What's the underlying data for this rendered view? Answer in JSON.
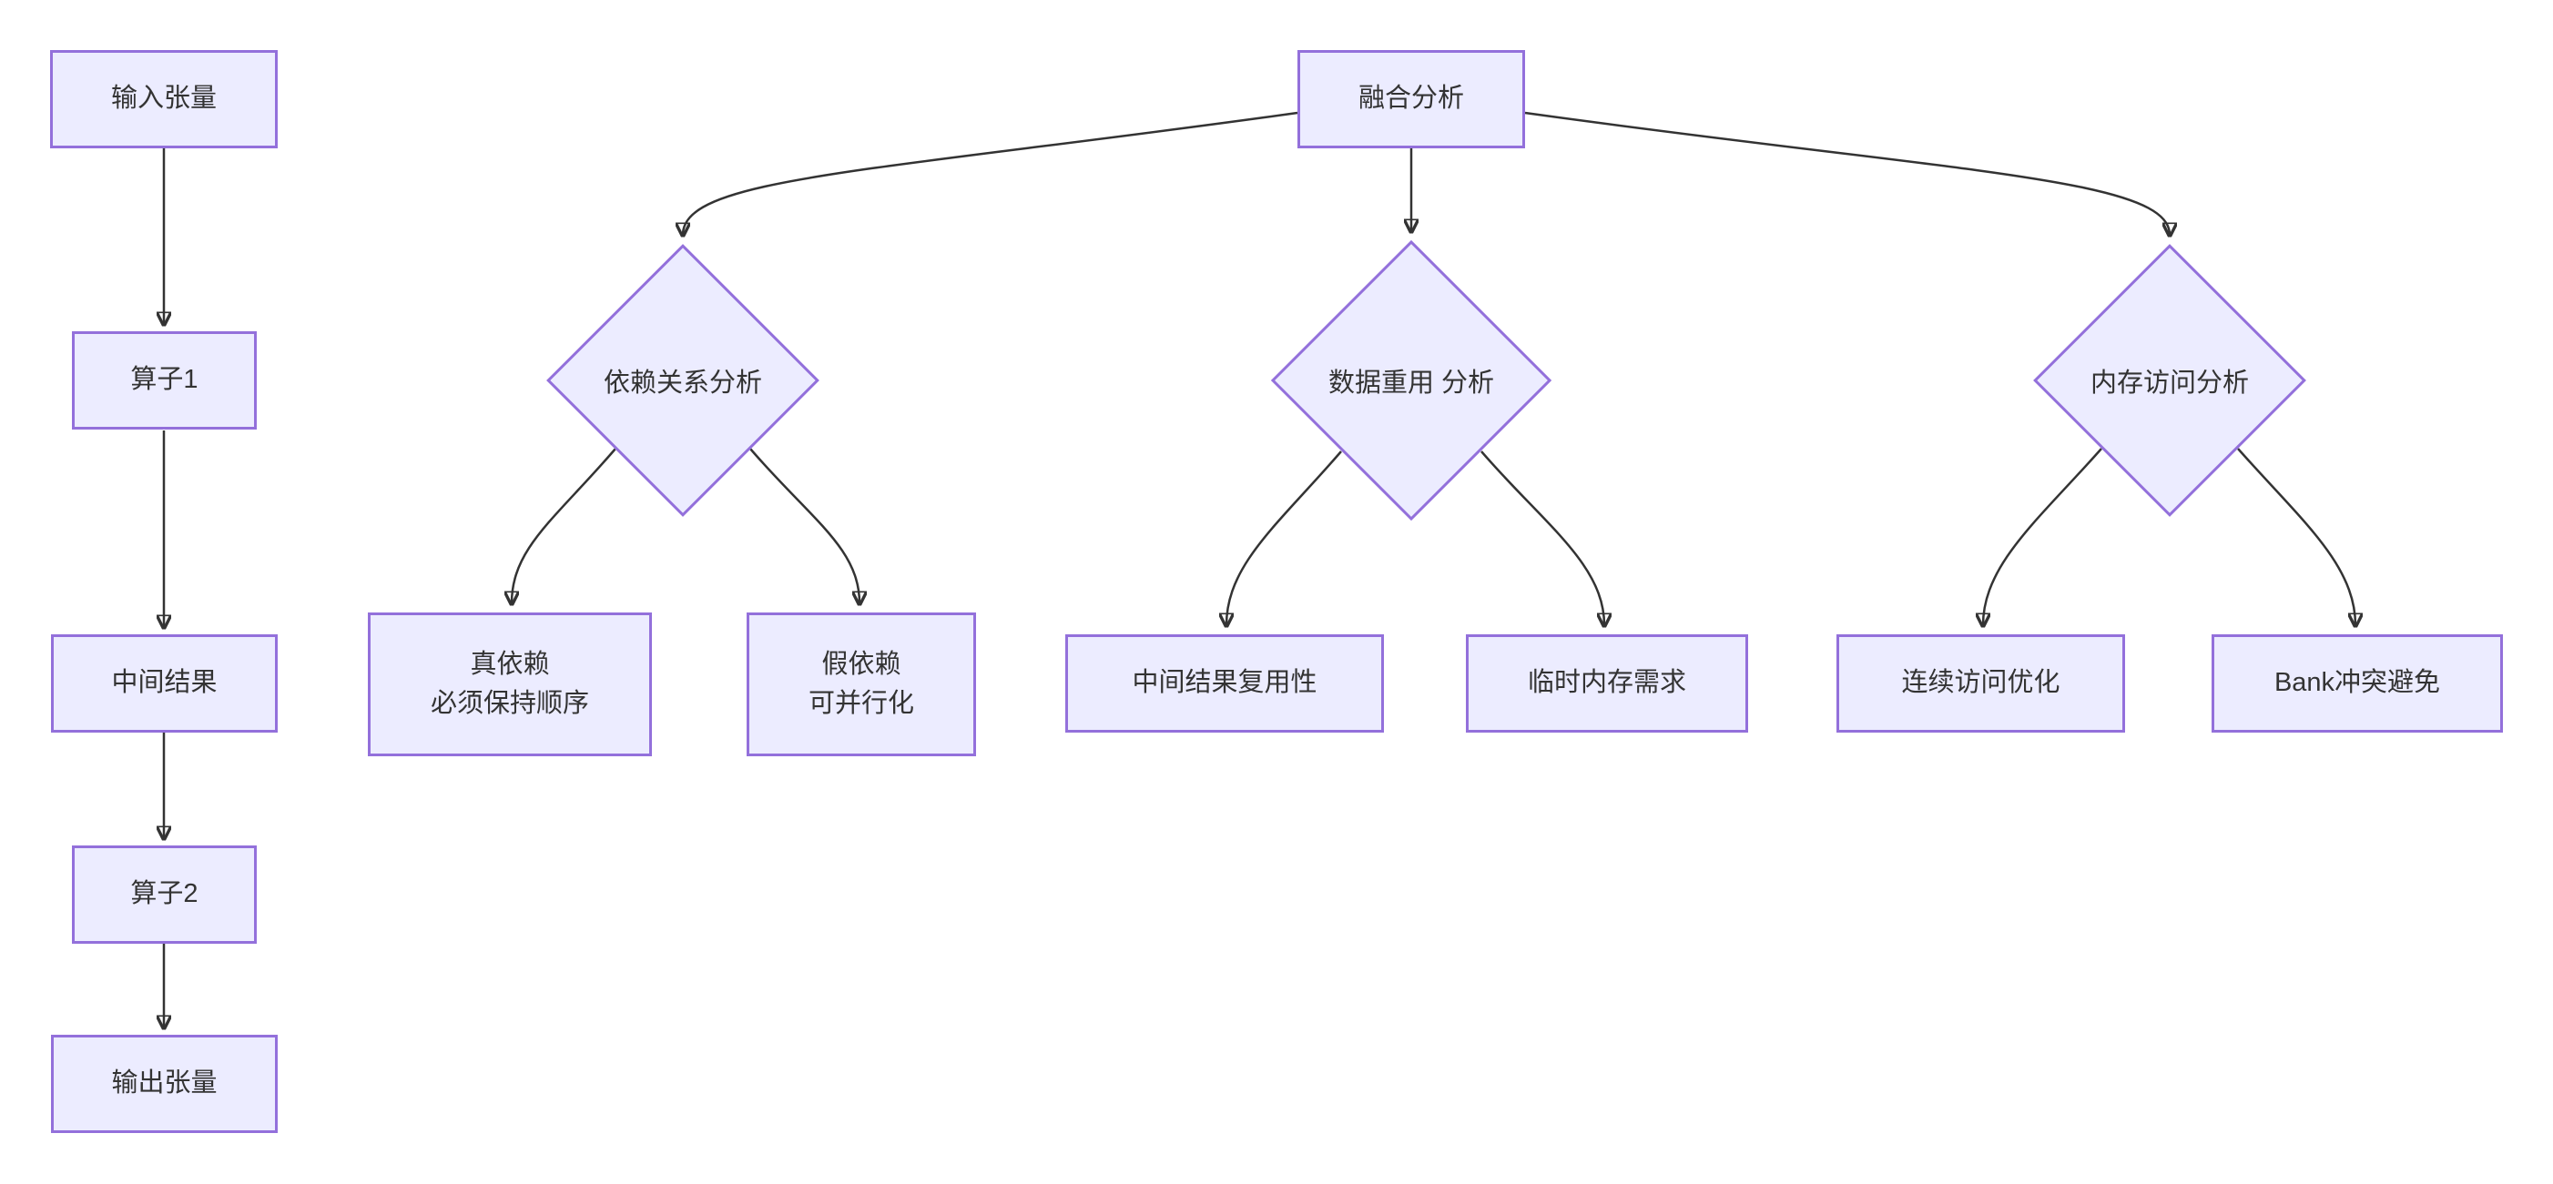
{
  "canvas": {
    "background": "#ffffff"
  },
  "colors": {
    "node_fill": "#ECECFF",
    "node_border": "#9370DB",
    "edge": "#333333",
    "text": "#333333"
  },
  "pipeline": {
    "input_tensor": "输入张量",
    "operator1": "算子1",
    "intermediate_result": "中间结果",
    "operator2": "算子2",
    "output_tensor": "输出张量"
  },
  "analysis": {
    "root": "融合分析",
    "dependency": {
      "title": "依赖关系分析",
      "true_dep": {
        "line1": "真依赖",
        "line2": "必须保持顺序"
      },
      "false_dep": {
        "line1": "假依赖",
        "line2": "可并行化"
      }
    },
    "data_reuse": {
      "title": "数据重用 分析",
      "intermediate_reuse": "中间结果复用性",
      "temp_memory": "临时内存需求"
    },
    "memory_access": {
      "title": "内存访问分析",
      "contiguous": "连续访问优化",
      "bank_conflict": "Bank冲突避免"
    }
  }
}
